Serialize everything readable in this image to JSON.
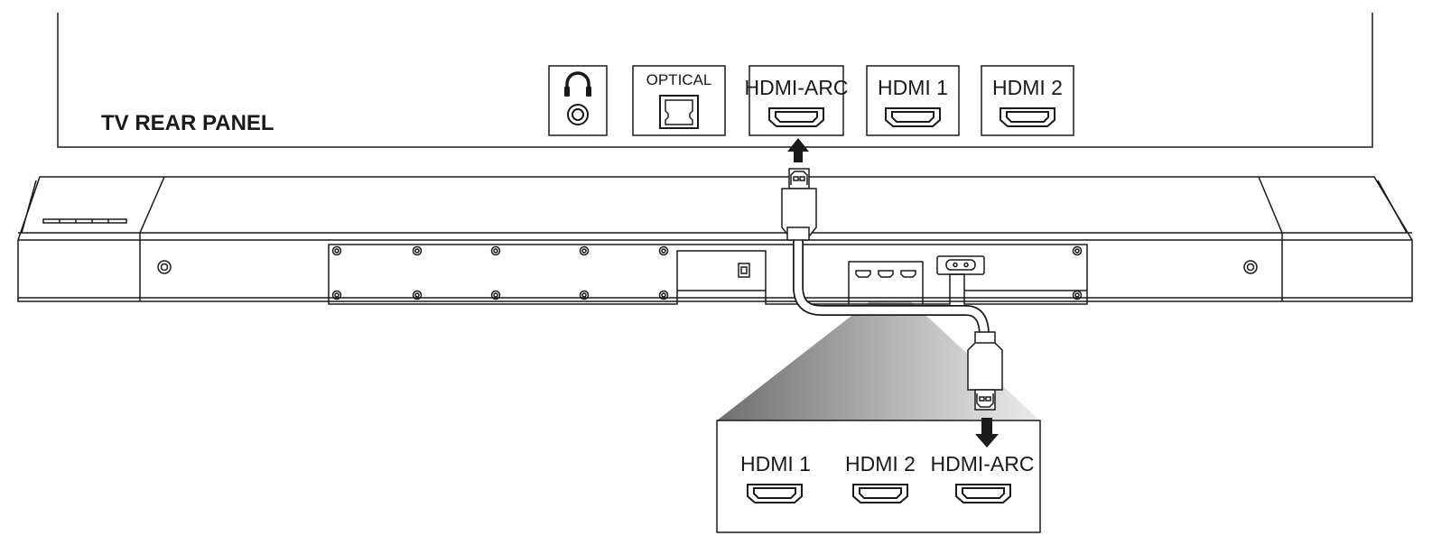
{
  "tv_panel": {
    "title": "TV REAR PANEL",
    "ports": [
      {
        "label": "",
        "icon": "headphone-icon"
      },
      {
        "label": "OPTICAL",
        "icon": "optical-port-icon"
      },
      {
        "label": "HDMI-ARC",
        "icon": "hdmi-port-icon"
      },
      {
        "label": "HDMI 1",
        "icon": "hdmi-port-icon"
      },
      {
        "label": "HDMI 2",
        "icon": "hdmi-port-icon"
      }
    ]
  },
  "soundbar_zoom": {
    "ports": [
      {
        "label": "HDMI 1",
        "icon": "hdmi-port-icon"
      },
      {
        "label": "HDMI 2",
        "icon": "hdmi-port-icon"
      },
      {
        "label": "HDMI-ARC",
        "icon": "hdmi-port-icon"
      }
    ]
  },
  "colors": {
    "stroke": "#1a1a1a",
    "background": "#ffffff",
    "shadow_dark": "#777777",
    "shadow_light": "#e6e6e6"
  }
}
